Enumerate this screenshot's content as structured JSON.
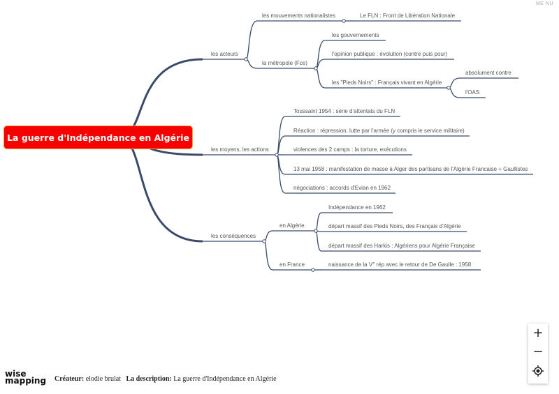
{
  "menu_label": "ME NU",
  "central": "La guerre d'Indépendance en Algérie",
  "nodes": {
    "acteurs": "les acteurs",
    "mouvements": "les mouvements nationalistes",
    "fln": "Le FLN : Front de Libération Nationale",
    "metropole": "la métropole (Fce)",
    "gouvernements": "les gouvernements",
    "opinion": "l'opinion publique : évolution (contre puis pour)",
    "pieds_noirs": "les \"Pieds Noirs\" : Français vivant en Algérie",
    "absolument": "absolument contre",
    "oas": "l'OAS",
    "moyens": "les moyens, les actions",
    "toussaint": "Toussaint 1954 : série d'attentats du FLN",
    "reaction": "Réaction : répression, lutte par l'armée (y compris le service militaire)",
    "violences": "violences des 2 camps : la torture, exécutions",
    "mai58": "13 mai 1958 : manifestation de masse à Alger des partisans de l'Algérie Francaise + Gaullistes",
    "negociations": "négociations : accords d'Evian en 1962",
    "consequences": "les conséquences",
    "en_algerie": "en Algérie",
    "independance": "Indépendance en 1962",
    "depart_pn": "départ massif des Pieds Noirs, des Français d'Algérie",
    "harkis": "départ massif des Harkis : Algériens pour Algérie Française",
    "en_france": "en France",
    "naissance": "naissance de la V° rép avec le retour de De Gaulle : 1958"
  },
  "zoom": {
    "in": "+",
    "out": "−",
    "center_icon": "locate-icon"
  },
  "footer": {
    "logo_line1": "wise",
    "logo_line2": "mapping",
    "creator_label": "Créateur:",
    "creator": "elodie brulat",
    "description_label": "La description:",
    "description": "La guerre d'Indépendance en Algérie"
  },
  "colors": {
    "line": "#3b4a6b",
    "central_bg": "#f60000",
    "central_border": "#f4a43a"
  }
}
